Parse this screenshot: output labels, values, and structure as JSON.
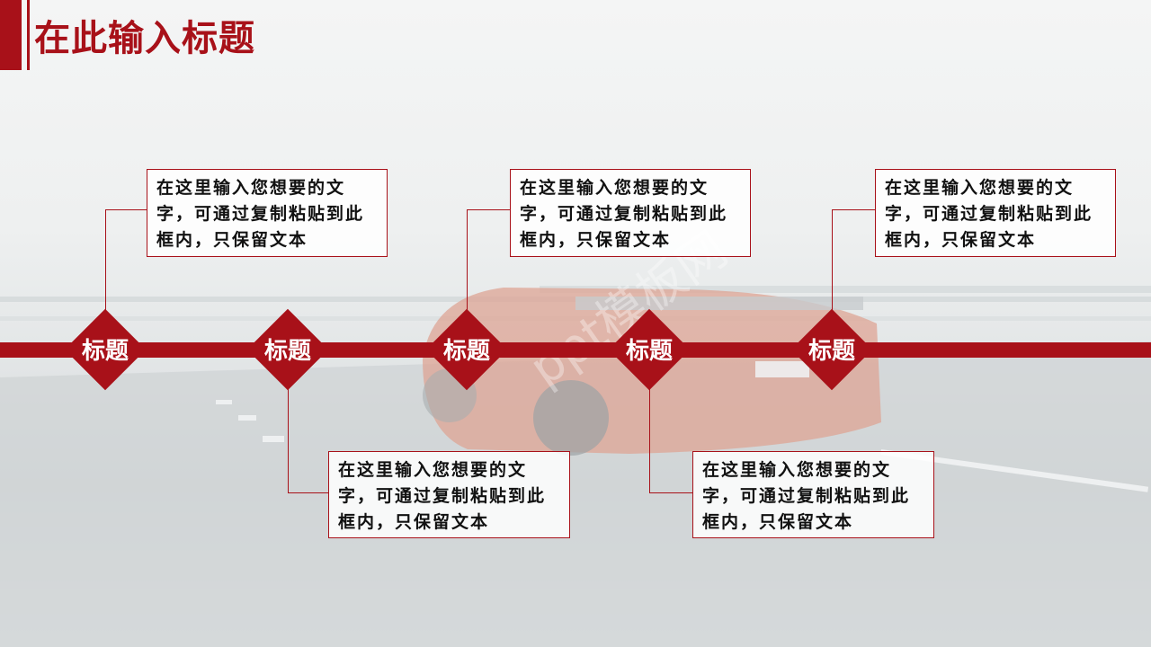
{
  "slide": {
    "title": "在此输入标题",
    "nodes": [
      {
        "label": "标题"
      },
      {
        "label": "标题"
      },
      {
        "label": "标题"
      },
      {
        "label": "标题"
      },
      {
        "label": "标题"
      }
    ],
    "boxes": [
      {
        "text": "在这里输入您想要的文字，可通过复制粘贴到此框内，只保留文本"
      },
      {
        "text": "在这里输入您想要的文字，可通过复制粘贴到此框内，只保留文本"
      },
      {
        "text": "在这里输入您想要的文字，可通过复制粘贴到此框内，只保留文本"
      },
      {
        "text": "在这里输入您想要的文字，可通过复制粘贴到此框内，只保留文本"
      },
      {
        "text": "在这里输入您想要的文字，可通过复制粘贴到此框内，只保留文本"
      }
    ],
    "watermark": "ppt模板网"
  },
  "colors": {
    "accent": "#a81119"
  }
}
